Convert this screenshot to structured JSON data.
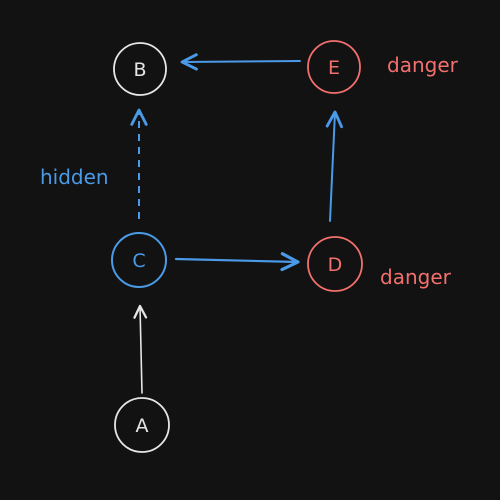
{
  "colors": {
    "background": "#121212",
    "neutral": "#e6e6e6",
    "hidden": "#4a9ae8",
    "danger": "#f2706d"
  },
  "nodes": {
    "a": {
      "label": "A",
      "state": "neutral"
    },
    "b": {
      "label": "B",
      "state": "neutral"
    },
    "c": {
      "label": "C",
      "state": "hidden"
    },
    "d": {
      "label": "D",
      "state": "danger"
    },
    "e": {
      "label": "E",
      "state": "danger"
    }
  },
  "edges": [
    {
      "from": "A",
      "to": "C",
      "style": "solid",
      "color": "neutral"
    },
    {
      "from": "C",
      "to": "B",
      "style": "dashed",
      "color": "hidden"
    },
    {
      "from": "C",
      "to": "D",
      "style": "solid",
      "color": "hidden"
    },
    {
      "from": "D",
      "to": "E",
      "style": "solid",
      "color": "hidden"
    },
    {
      "from": "E",
      "to": "B",
      "style": "solid",
      "color": "hidden"
    }
  ],
  "annotations": {
    "hidden": "hidden",
    "danger_e": "danger",
    "danger_d": "danger"
  }
}
